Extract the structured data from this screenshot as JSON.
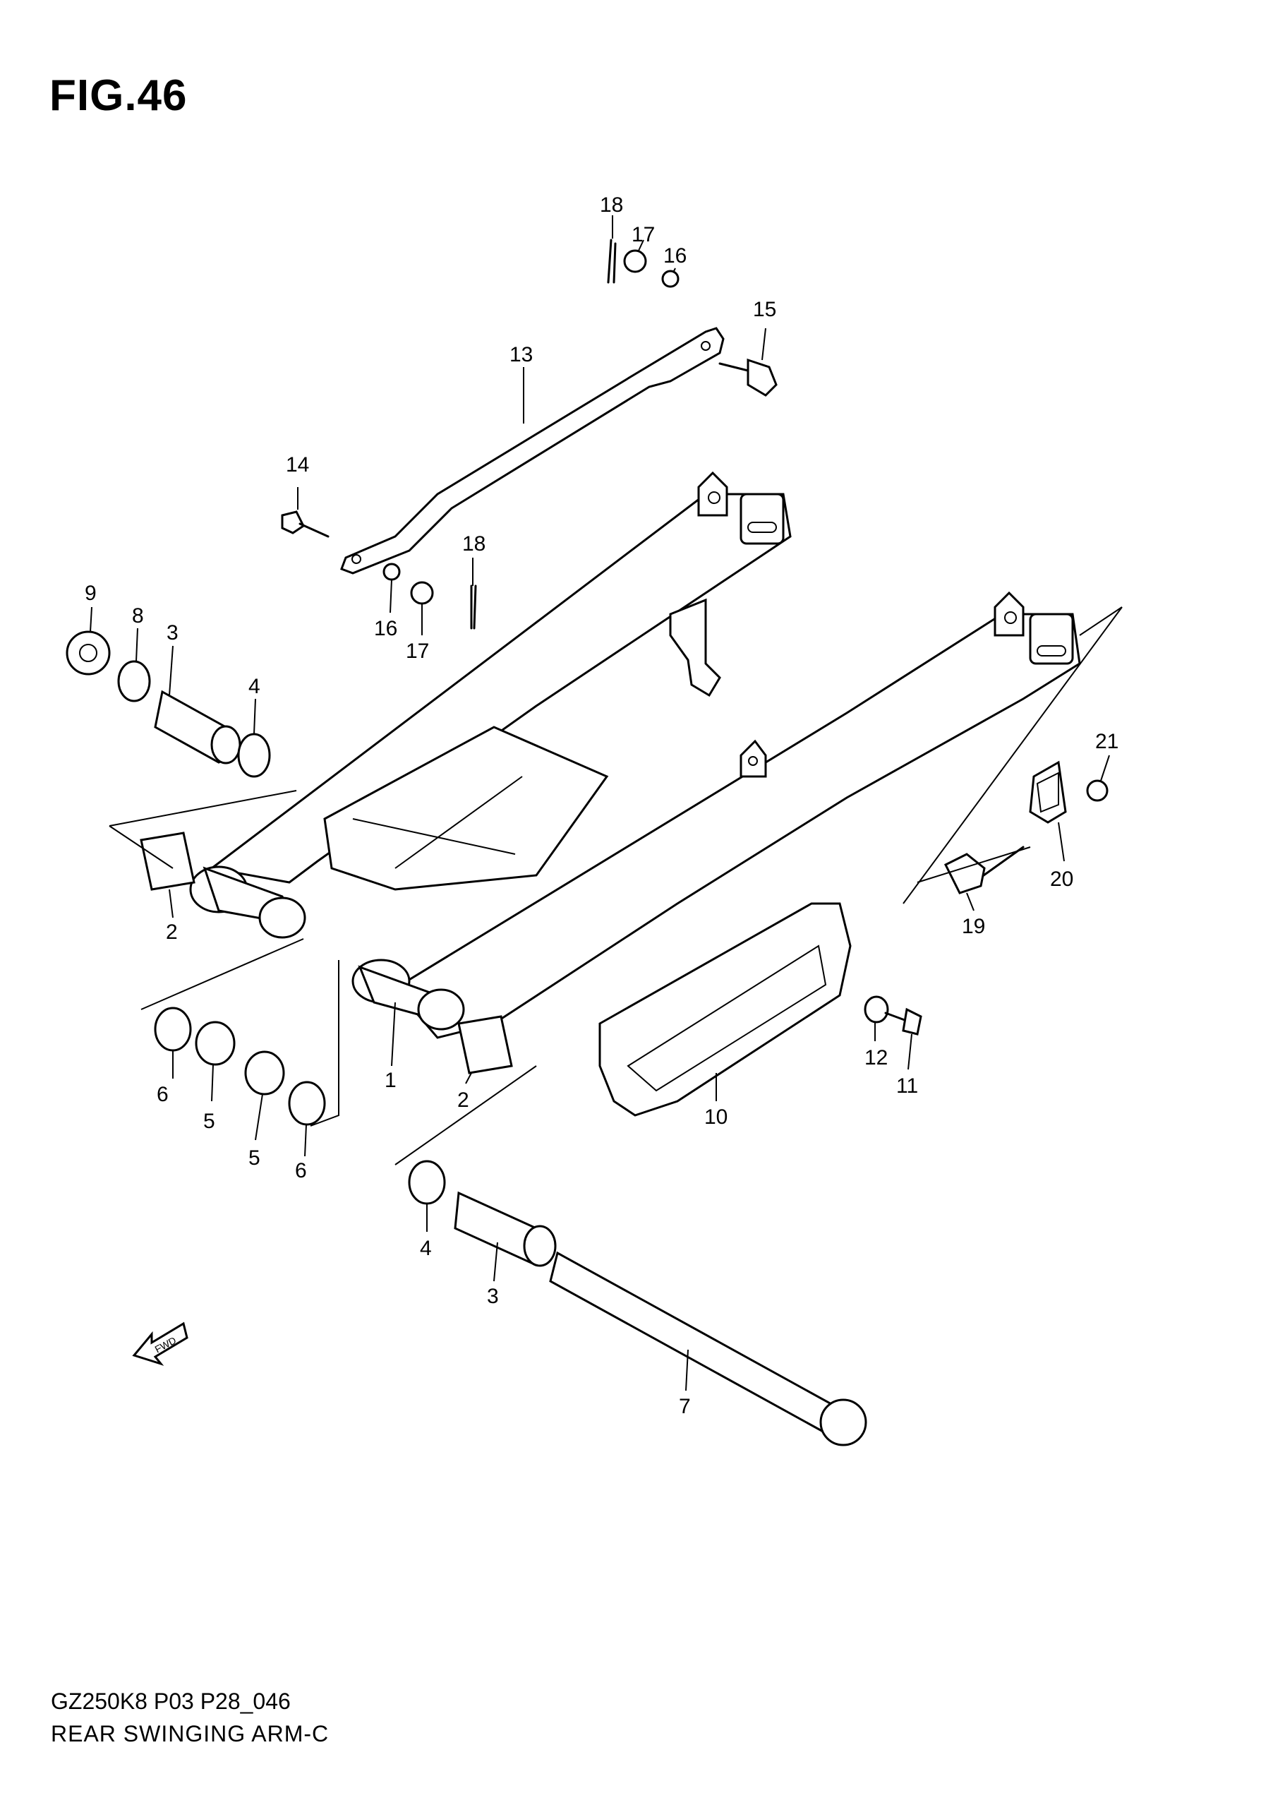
{
  "figure": {
    "title": "FIG.46"
  },
  "footer": {
    "model_code": "GZ250K8 P03 P28_046",
    "part_name": "REAR SWINGING ARM-C"
  },
  "fwd_arrow": {
    "text": "FWD",
    "icon": "fwd-arrow-icon"
  },
  "callouts": [
    {
      "id": "c18a",
      "text": "18"
    },
    {
      "id": "c17a",
      "text": "17"
    },
    {
      "id": "c16a",
      "text": "16"
    },
    {
      "id": "c15",
      "text": "15"
    },
    {
      "id": "c13",
      "text": "13"
    },
    {
      "id": "c14",
      "text": "14"
    },
    {
      "id": "c18b",
      "text": "18"
    },
    {
      "id": "c16b",
      "text": "16"
    },
    {
      "id": "c17b",
      "text": "17"
    },
    {
      "id": "c9",
      "text": "9"
    },
    {
      "id": "c8",
      "text": "8"
    },
    {
      "id": "c3a",
      "text": "3"
    },
    {
      "id": "c4a",
      "text": "4"
    },
    {
      "id": "c2a",
      "text": "2"
    },
    {
      "id": "c21",
      "text": "21"
    },
    {
      "id": "c20",
      "text": "20"
    },
    {
      "id": "c19",
      "text": "19"
    },
    {
      "id": "c6a",
      "text": "6"
    },
    {
      "id": "c5a",
      "text": "5"
    },
    {
      "id": "c5b",
      "text": "5"
    },
    {
      "id": "c6b",
      "text": "6"
    },
    {
      "id": "c1",
      "text": "1"
    },
    {
      "id": "c2b",
      "text": "2"
    },
    {
      "id": "c10",
      "text": "10"
    },
    {
      "id": "c12",
      "text": "12"
    },
    {
      "id": "c11",
      "text": "11"
    },
    {
      "id": "c4b",
      "text": "4"
    },
    {
      "id": "c3b",
      "text": "3"
    },
    {
      "id": "c7",
      "text": "7"
    }
  ]
}
